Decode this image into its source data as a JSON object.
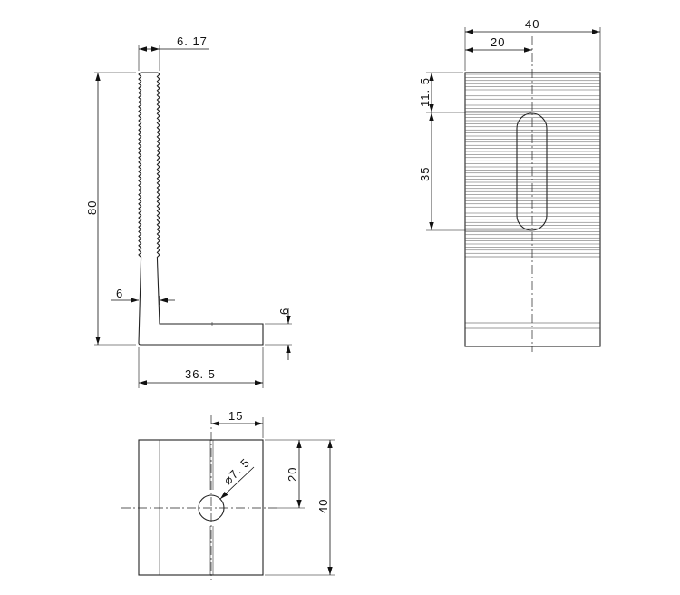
{
  "side_view": {
    "dims": {
      "thickness_top": "6. 17",
      "height": "80",
      "thickness_vertical": "6",
      "thickness_base": "6",
      "base_length": "36. 5"
    }
  },
  "front_view": {
    "dims": {
      "width": "40",
      "half_width": "20",
      "slot_offset": "11. 5",
      "slot_length": "35"
    }
  },
  "bottom_view": {
    "dims": {
      "hole_offset_x": "15",
      "hole_diameter": "⌀7. 5",
      "hole_offset_y": "20",
      "depth": "40"
    }
  }
}
